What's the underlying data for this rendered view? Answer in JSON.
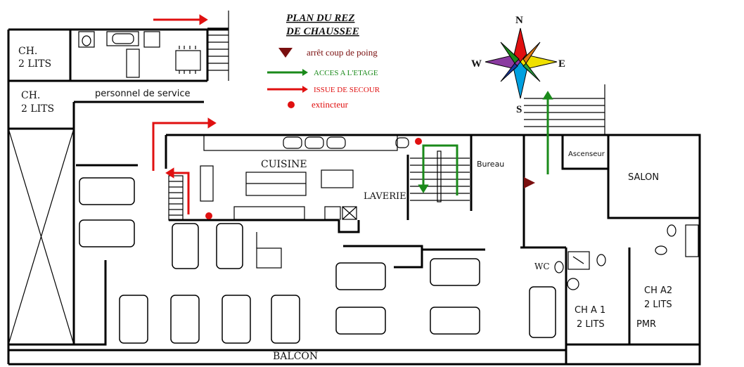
{
  "title": {
    "line1": "PLAN DU REZ",
    "line2": "DE CHAUSSEE"
  },
  "legend": [
    {
      "symbol": "triangle",
      "label": "arrêt coup de poing",
      "color": "#7a0f0f"
    },
    {
      "symbol": "arrow",
      "label": "ACCES A L'ETAGE",
      "color": "#1a8a1a"
    },
    {
      "symbol": "arrow",
      "label": "ISSUE DE SECOUR",
      "color": "#e01010"
    },
    {
      "symbol": "dot",
      "label": "extincteur",
      "color": "#e01010"
    }
  ],
  "compass": {
    "n": "N",
    "s": "S",
    "e": "E",
    "w": "W"
  },
  "rooms": {
    "ch1_l1": "CH.",
    "ch1_l2": "2 LITS",
    "ch2_l1": "CH.",
    "ch2_l2": "2 LITS",
    "personnel": "personnel de service",
    "cuisine": "CUISINE",
    "laverie": "LAVERIE",
    "bureau": "Bureau",
    "ascenseur": "Ascenseur",
    "salon": "SALON",
    "wc": "WC",
    "cha1_l1": "CH A 1",
    "cha1_l2": "2 LITS",
    "cha2_l1": "CH A2",
    "cha2_l2": "2 LITS",
    "pmr": "PMR",
    "balcon": "BALCON"
  },
  "colors": {
    "exit_red": "#e01010",
    "access_green": "#1a8a1a",
    "stop_dark_red": "#7a0f0f"
  }
}
